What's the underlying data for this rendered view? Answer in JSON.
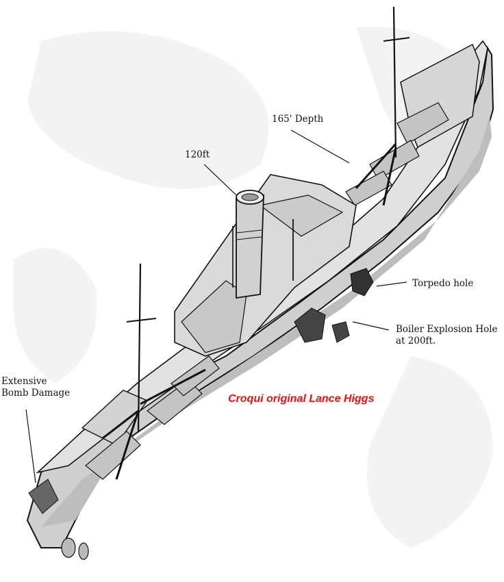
{
  "labels": {
    "depth_165": "165' Depth",
    "depth_120": "120ft",
    "torpedo_hole": "Torpedo hole",
    "boiler_line1": "Boiler Explosion Hole",
    "boiler_line2": "at 200ft.",
    "bomb_line1": "Extensive",
    "bomb_line2": "Bomb Damage"
  },
  "credit": "Croqui original Lance Higgs",
  "colors": {
    "hull_fill": "#cfcfcf",
    "deck_fill": "#e2e2e2",
    "ink": "#111111",
    "credit_red": "#ee1111",
    "backdrop": "#f2f2f2"
  }
}
